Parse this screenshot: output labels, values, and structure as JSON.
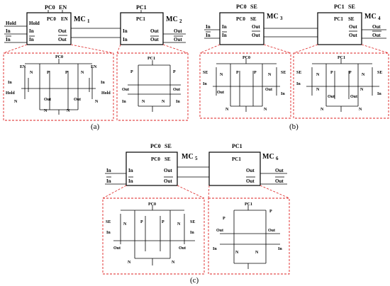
{
  "blocks": {
    "mc1": {
      "name": "MC",
      "sub": "1",
      "pins": [
        "Hold",
        "PC0",
        "EN",
        "PC0",
        "EN",
        "Hold",
        "In",
        "In",
        "In",
        "Out",
        "Out"
      ]
    },
    "mc2": {
      "name": "MC",
      "sub": "2",
      "pins": [
        "PC1",
        "PC1",
        "In",
        "In",
        "Out",
        "Out",
        "Out",
        "Out"
      ]
    },
    "mc3": {
      "name": "MC",
      "sub": "3",
      "pins": [
        "PC0",
        "SE",
        "0",
        "PC0",
        "SE",
        "0",
        "In",
        "In",
        "In",
        "In",
        "Out",
        "Out"
      ]
    },
    "mc4": {
      "name": "MC",
      "sub": "4",
      "pins": [
        "PC1",
        "SE",
        "1",
        "PC1",
        "SE",
        "1",
        "Out",
        "Out",
        "Out",
        "Out"
      ]
    },
    "mc5": {
      "name": "MC",
      "sub": "5",
      "pins": [
        "PC0",
        "SE",
        "0",
        "PC0",
        "SE",
        "0",
        "In",
        "In",
        "In",
        "In",
        "Out",
        "Out"
      ]
    },
    "mc6": {
      "name": "MC",
      "sub": "6",
      "pins": [
        "PC1",
        "PC1",
        "Out",
        "Out",
        "Out",
        "Out"
      ]
    }
  },
  "circuits": {
    "a1": [
      "PC0",
      "EN",
      "EN",
      "N",
      "5",
      "P",
      "1",
      "P",
      "2",
      "N",
      "11",
      "N",
      "6",
      "In",
      "In",
      "Hold",
      "N",
      "3",
      "Out",
      "Out",
      "Hold",
      "N",
      "4",
      "N",
      "1",
      "N",
      "2"
    ],
    "a2": [
      "PC1",
      "P",
      "3",
      "P",
      "4",
      "Out",
      "Out",
      "In",
      "N",
      "7",
      "N",
      "8",
      "In"
    ],
    "b1": [
      "PC0",
      "SE",
      "0",
      "N",
      "5",
      "P",
      "1",
      "P",
      "2",
      "N",
      "6",
      "SE",
      "0",
      "In",
      "Out",
      "Out",
      "In",
      "N",
      "1",
      "N",
      "2"
    ],
    "b2": [
      "PC1",
      "SE",
      "1",
      "N",
      "9",
      "P",
      "3",
      "P",
      "4",
      "N",
      "10",
      "SE",
      "1",
      "In",
      "N",
      "11",
      "Out",
      "Out",
      "N",
      "12",
      "In",
      "N",
      "3",
      "N",
      "4"
    ],
    "c1": [
      "PC0",
      "SE",
      "0",
      "N",
      "5",
      "P",
      "1",
      "P",
      "2",
      "N",
      "6",
      "SE",
      "0",
      "In",
      "In",
      "Out",
      "Out",
      "N",
      "1",
      "N",
      "2"
    ],
    "c2": [
      "PC1",
      "P",
      "3",
      "P",
      "4",
      "Out",
      "Out",
      "In",
      "N",
      "3",
      "N",
      "4",
      "In"
    ]
  },
  "panels": [
    "(a)",
    "(b)",
    "(c)"
  ]
}
